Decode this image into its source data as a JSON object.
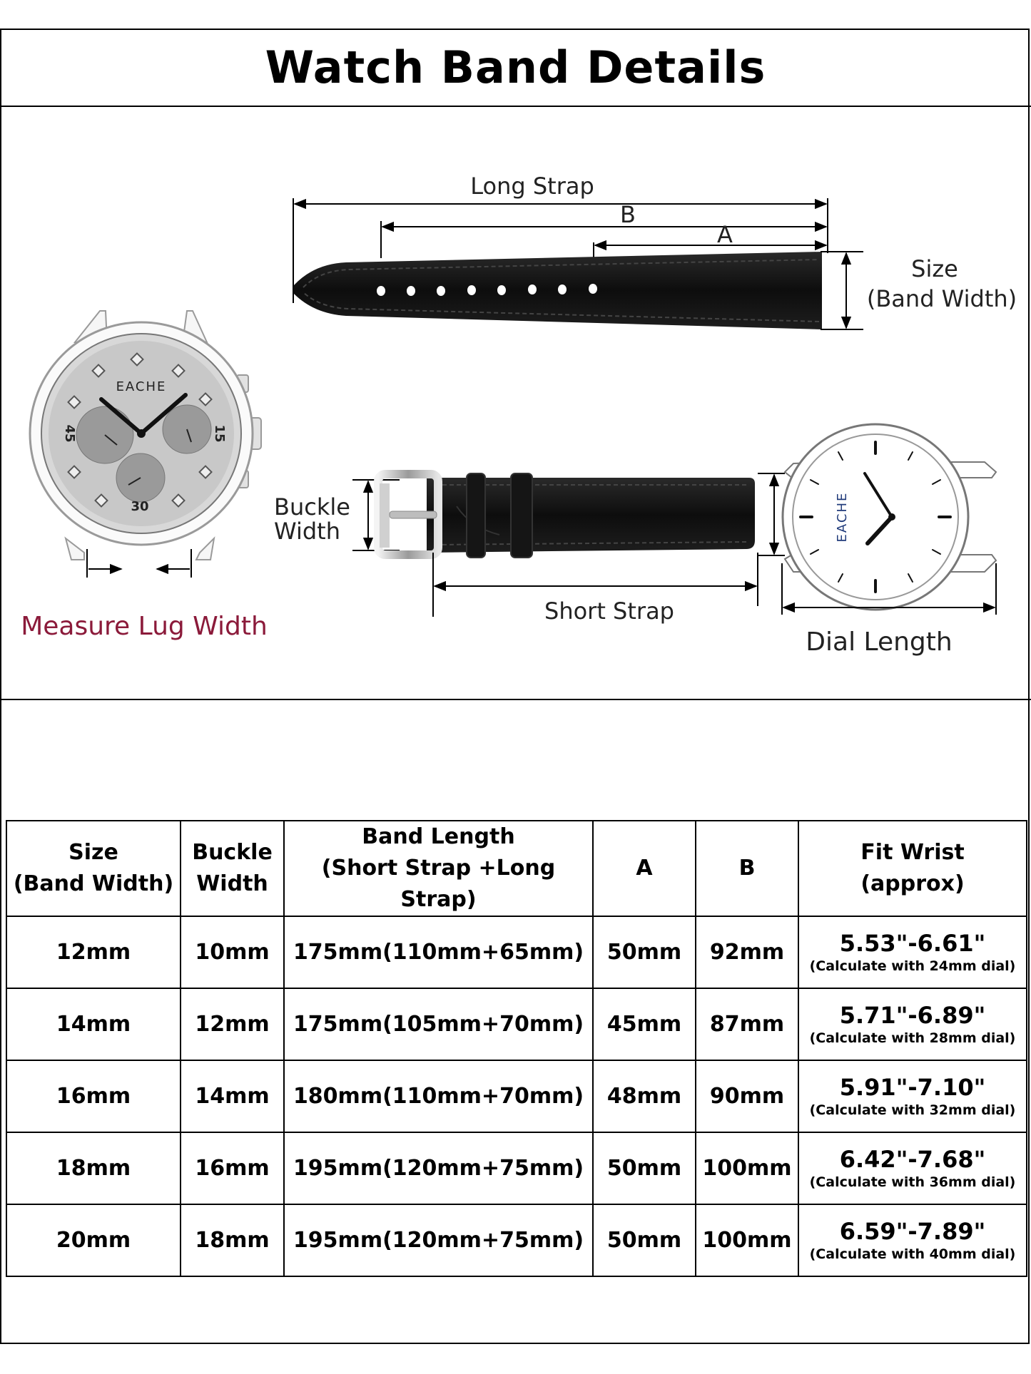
{
  "title": "Watch Band Details",
  "diagram": {
    "labels": {
      "long_strap": "Long Strap",
      "b": "B",
      "a": "A",
      "size": "Size",
      "band_width": "(Band Width)",
      "buckle": "Buckle",
      "width": "Width",
      "short_strap": "Short Strap",
      "dial_length": "Dial Length",
      "measure_lug": "Measure Lug Width",
      "brand": "EACHE",
      "dial_45": "45",
      "dial_15": "15",
      "dial_30": "30"
    },
    "colors": {
      "strap": "#111111",
      "measure_label": "#8b1a3a",
      "dial_face": "#c8c8c8",
      "subdial": "#9a9a9a"
    }
  },
  "table": {
    "headers": [
      [
        "Size",
        "(Band Width)"
      ],
      [
        "Buckle",
        "Width"
      ],
      [
        "Band Length",
        "(Short Strap +Long Strap)"
      ],
      [
        "A"
      ],
      [
        "B"
      ],
      [
        "Fit Wrist",
        "(approx)"
      ]
    ],
    "rows": [
      {
        "size": "12mm",
        "buckle": "10mm",
        "length": "175mm(110mm+65mm)",
        "a": "50mm",
        "b": "92mm",
        "fit": "5.53\"-6.61\"",
        "note": "(Calculate with 24mm dial)"
      },
      {
        "size": "14mm",
        "buckle": "12mm",
        "length": "175mm(105mm+70mm)",
        "a": "45mm",
        "b": "87mm",
        "fit": "5.71\"-6.89\"",
        "note": "(Calculate with 28mm dial)"
      },
      {
        "size": "16mm",
        "buckle": "14mm",
        "length": "180mm(110mm+70mm)",
        "a": "48mm",
        "b": "90mm",
        "fit": "5.91\"-7.10\"",
        "note": "(Calculate with 32mm dial)"
      },
      {
        "size": "18mm",
        "buckle": "16mm",
        "length": "195mm(120mm+75mm)",
        "a": "50mm",
        "b": "100mm",
        "fit": "6.42\"-7.68\"",
        "note": "(Calculate with 36mm dial)"
      },
      {
        "size": "20mm",
        "buckle": "18mm",
        "length": "195mm(120mm+75mm)",
        "a": "50mm",
        "b": "100mm",
        "fit": "6.59\"-7.89\"",
        "note": "(Calculate with 40mm dial)"
      }
    ]
  }
}
